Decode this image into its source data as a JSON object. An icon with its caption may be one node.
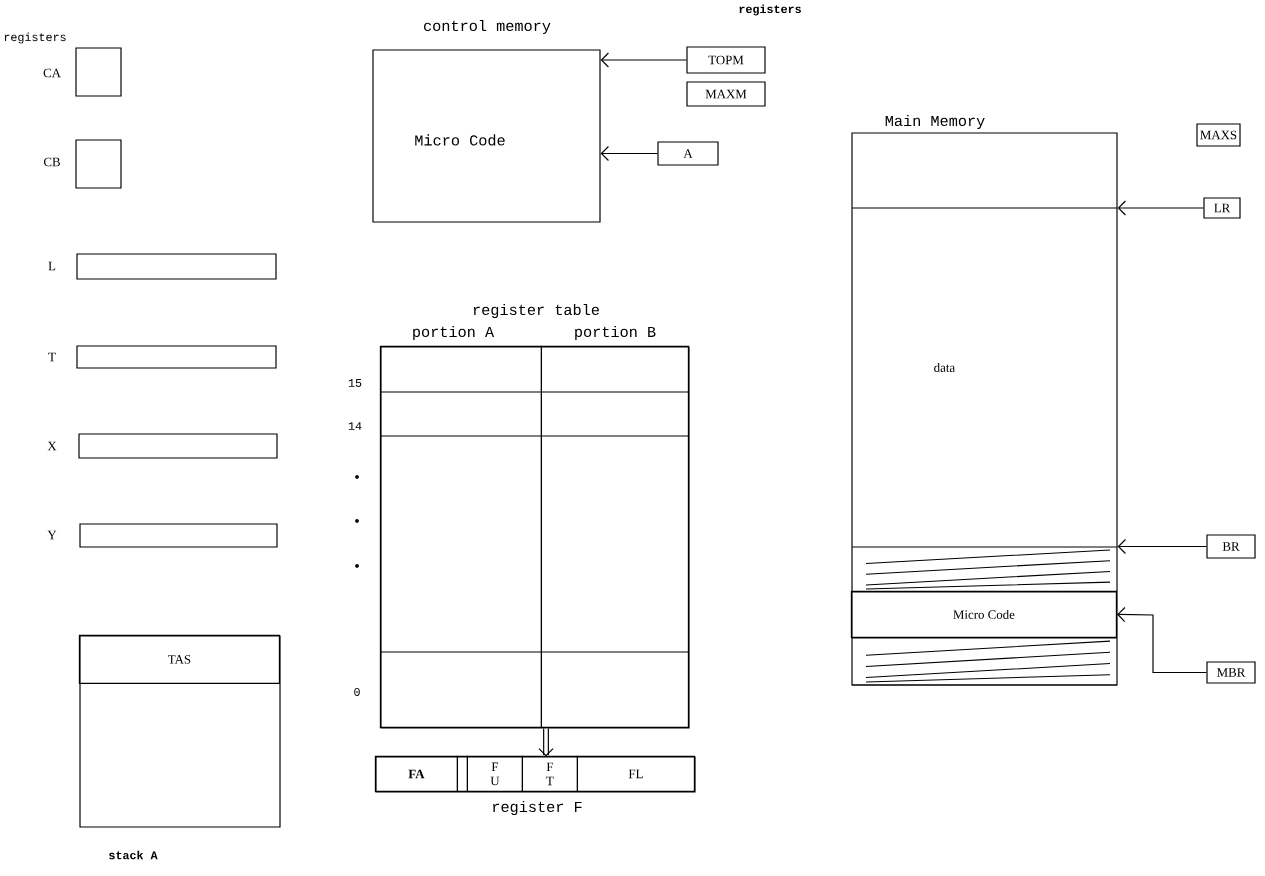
{
  "diagram": {
    "nodes": [
      {
        "text": [],
        "shape": "box",
        "beside": [
          "CA"
        ]
      },
      {
        "text": [],
        "shape": "box",
        "beside": [
          "CB"
        ]
      },
      {
        "text": [],
        "shape": "box",
        "beside": [
          "L"
        ]
      },
      {
        "text": [],
        "shape": "box",
        "beside": [
          "T"
        ]
      },
      {
        "text": [],
        "shape": "box",
        "beside": [
          "X"
        ]
      },
      {
        "text": [],
        "shape": "box",
        "beside": [
          "Y"
        ]
      },
      {
        "text": [],
        "shape": "box",
        "beside": [
          "stack A"
        ]
      },
      {
        "text": [
          "TAS"
        ],
        "in": 6
      },
      {
        "text": [
          "control memory",
          "Micro Code"
        ]
      },
      {
        "text": [
          "TOPM"
        ]
      },
      {
        "text": [
          "MAXM"
        ]
      },
      {
        "text": [
          "A"
        ]
      },
      {
        "text": [
          "register table"
        ]
      },
      {
        "text": [
          "portion A"
        ],
        "in": 12
      },
      {
        "text": [
          "portion B"
        ],
        "in": 12
      },
      {
        "text": [
          "register F"
        ]
      },
      {
        "text": [
          "FA"
        ],
        "in": 15
      },
      {
        "text": [],
        "shape": "box",
        "in": 15
      },
      {
        "text": [
          "F U"
        ],
        "in": 15
      },
      {
        "text": [
          "F T"
        ],
        "in": 15
      },
      {
        "text": [
          "FL"
        ],
        "in": 15
      },
      {
        "text": [
          "Main Memory"
        ]
      },
      {
        "text": [
          "data"
        ],
        "in": 21
      },
      {
        "text": [
          "Micro Code"
        ],
        "in": 21
      },
      {
        "text": [
          "MAXS"
        ]
      },
      {
        "text": [
          "LR"
        ]
      },
      {
        "text": [
          "BR"
        ]
      },
      {
        "text": [
          "MBR"
        ]
      }
    ],
    "edges": [
      {
        "from": 9,
        "to": 8,
        "arrow": "to"
      },
      {
        "from": 11,
        "to": 8,
        "arrow": "to"
      },
      {
        "from": 12,
        "to": 15,
        "arrow": "to",
        "style": "thick"
      },
      {
        "from": 25,
        "to": 21,
        "arrow": "to"
      },
      {
        "from": 26,
        "to": 21,
        "arrow": "to"
      },
      {
        "from": 27,
        "to": 23,
        "arrow": "to"
      }
    ],
    "labels": [
      "registers",
      "registers",
      "15",
      "14",
      "0"
    ]
  }
}
